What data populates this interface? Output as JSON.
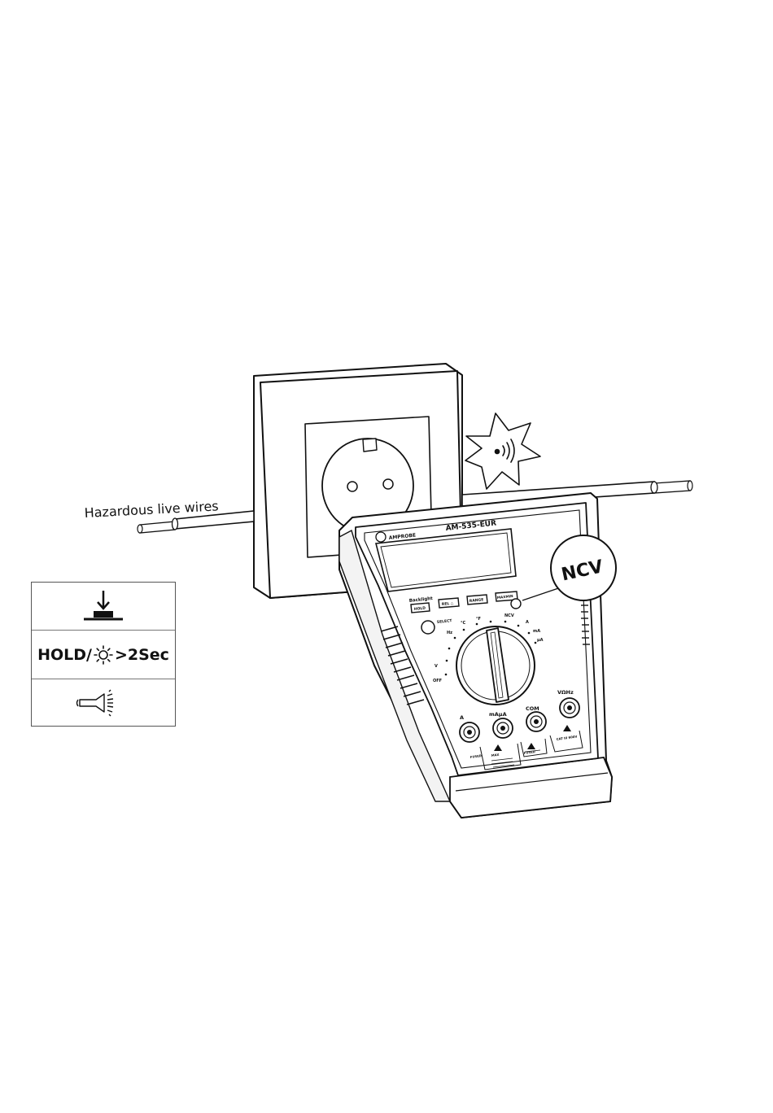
{
  "labels": {
    "hazard": "Hazardous live wires",
    "ncv_callout": "NCV"
  },
  "meter": {
    "brand": "AMPROBE",
    "model": "AM-535-EUR",
    "backlight_label": "Backlight",
    "buttons": [
      "HOLD",
      "REL △",
      "RANGE",
      "MAXMIN"
    ],
    "select_label": "SELECT",
    "dial_positions": [
      "OFF",
      "V",
      "Hz",
      "°C",
      "°F",
      "NCV",
      "A",
      "mA",
      "μA"
    ],
    "jacks": [
      "A",
      "mAμA",
      "COM",
      "VΩHz"
    ],
    "jack_notes": [
      "FUSED",
      "MAX",
      "FUSED",
      "CAT III 600V"
    ]
  },
  "legend": {
    "hold_text": "HOLD/",
    "hold_suffix": ">2Sec",
    "icons": [
      "press-button-icon",
      "sun-icon",
      "flashlight-icon"
    ]
  },
  "colors": {
    "line": "#111111",
    "fill": "#ffffff",
    "shade": "#e9e9e9"
  }
}
